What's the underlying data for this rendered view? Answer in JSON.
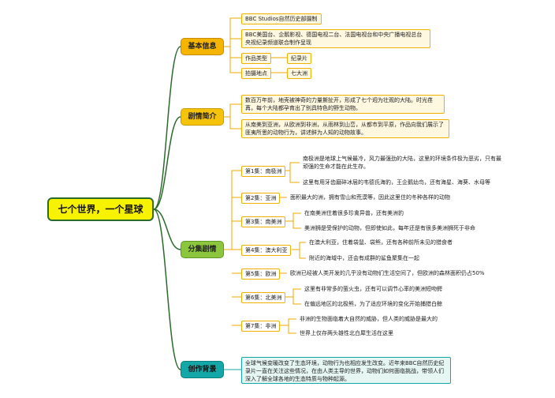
{
  "root": {
    "title": "七个世界，一个星球"
  },
  "categories": {
    "info": "基本信息",
    "plot": "剧情简介",
    "episodes": "分集剧情",
    "background": "创作背景"
  },
  "info": {
    "producer": "BBC Studios自然历史部摄制",
    "partners": "BBC美国台、企鹅影视、德国电视二台、法国电视台和中央广播电视总台央视纪录频道联合制作呈现",
    "type_label": "作品类型",
    "type_value": "纪录片",
    "location_label": "拍摄地点",
    "location_value": "七大洲"
  },
  "plot": {
    "p1": "数百万年前，地壳被神奇的力量撕扯开，形成了七个迥为壮观的大陆。时光荏苒，每个大陆都孕育出了别具特色的野生动物。",
    "p2": "从南美到亚洲，从欧洲到非洲，从雨林到山峦，从都市到平原，作品向我们展示了匪夷所思的动物行为，讲述鲜为人知的动物故事。"
  },
  "episodes": [
    {
      "title": "第1集：南极洲",
      "lines": [
        "南极洲是地球上气候最冷，风力最强劲的大陆，这里的环境条件极为恶劣，只有最顽强的生命才能在此生存。",
        "这里有用牙齿磨碎冰层的韦德氏海豹，王企鹅幼鸟，还有海星、海葵、水母等"
      ]
    },
    {
      "title": "第2集：亚洲",
      "lines": [
        "面积最大的洲，拥有雪山和荒漠等，因此这里住的冬种各样的动物"
      ]
    },
    {
      "title": "第3集：南美洲",
      "lines": [
        "在南美洲住着很多珍禽异兽，还有美洲豹",
        "美洲狮是受保护的动物，但即使如此，每年还是有很多美洲狮死于非命"
      ]
    },
    {
      "title": "第4集：澳大利亚",
      "lines": [
        "在澳大利亚，住着袋鼠、袋熊，还有各种前所未见的猎食者",
        "附近的海域中，还会有成群的鲨鱼聚集在一起"
      ]
    },
    {
      "title": "第5集：欧洲",
      "lines": [
        "欧洲已经被人类开发的几乎没有动物们生活空间了，但欧洲的森林面积仍占50%"
      ]
    },
    {
      "title": "第6集：北美洲",
      "lines": [
        "这里有非常多的萤火虫，还有可以调节心率的美洲短吻鳄",
        "在偏远地区的北极熊，为了适应环境的变化开始捕猎白鲸"
      ]
    },
    {
      "title": "第7集：非洲",
      "lines": [
        "非洲的生物面临着大自然的威胁，但人类的威胁是最大的",
        "世界上仅存两头雄性北白犀生活在这里"
      ]
    }
  ],
  "background": {
    "text": "全球气候变暖改变了生态环境，动物行为也相应发生改变。近年来BBC自然历史纪录片一直在关注这些情况，在由人类主导的世界，动物们如何面临挑战，带领人们深入了解全球各地的生态特质与物种起源。"
  },
  "colors": {
    "root_fill": "#f6f200",
    "root_border": "#2b6a2b",
    "info_fill": "#f4b400",
    "plot_fill": "#f5c40a",
    "episodes_fill": "#8cc63f",
    "background_fill": "#14a7a7",
    "link_root": "#2b6a2b",
    "link_branch": "#f0a800"
  }
}
